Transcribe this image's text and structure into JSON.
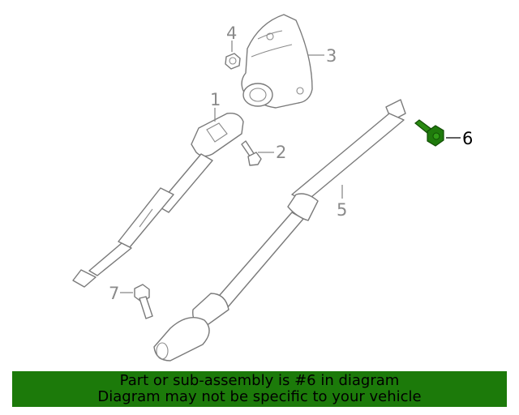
{
  "callouts": {
    "c1": "1",
    "c2": "2",
    "c3": "3",
    "c4": "4",
    "c5": "5",
    "c6": "6",
    "c7": "7"
  },
  "highlight_color": "#1c7a0a",
  "banner": {
    "line1": "Part or sub-assembly is #6 in diagram",
    "line2": "Diagram may not be specific to your vehicle"
  }
}
